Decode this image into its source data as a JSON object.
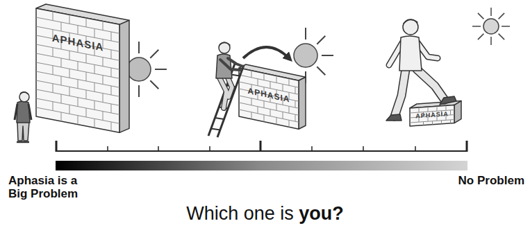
{
  "diagram": {
    "caption": "Which one is you?",
    "nodes": [
      {
        "text": [
          "APHASIA"
        ]
      },
      {
        "text": [
          "APHASIA"
        ]
      },
      {
        "text": [
          "APHASIA"
        ]
      }
    ],
    "labels": [
      "Aphasia is a Big Problem",
      "No Problem"
    ]
  }
}
